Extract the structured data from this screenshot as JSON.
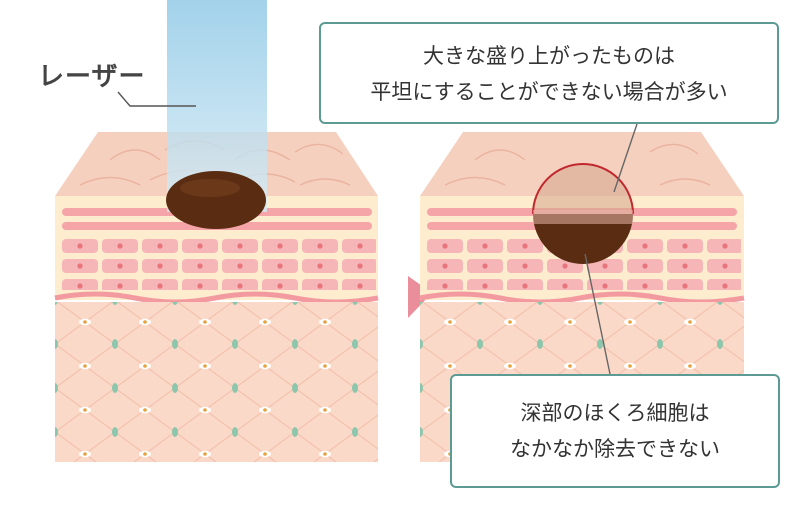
{
  "labels": {
    "laser": "レーザー"
  },
  "callouts": {
    "raised": {
      "line1": "大きな盛り上がったものは",
      "line2": "平坦にすることができない場合が多い"
    },
    "deep": {
      "line1": "深部のほくろ細胞は",
      "line2": "なかなか除去できない"
    }
  },
  "colors": {
    "skin_top": "#f6d3c2",
    "epidermis_cream": "#fdeccd",
    "cell_pink": "#f5a5a8",
    "nucleus": "#e8747c",
    "basement_line": "#f39aa0",
    "dermis": "#fbd9c8",
    "fiber_green": "#8cc7ad",
    "mole_brown": "#5a2d12",
    "laser_blue": "#8fc9e6",
    "callout_border": "#5c9a94",
    "arrow_pink": "#ea8e9b"
  }
}
